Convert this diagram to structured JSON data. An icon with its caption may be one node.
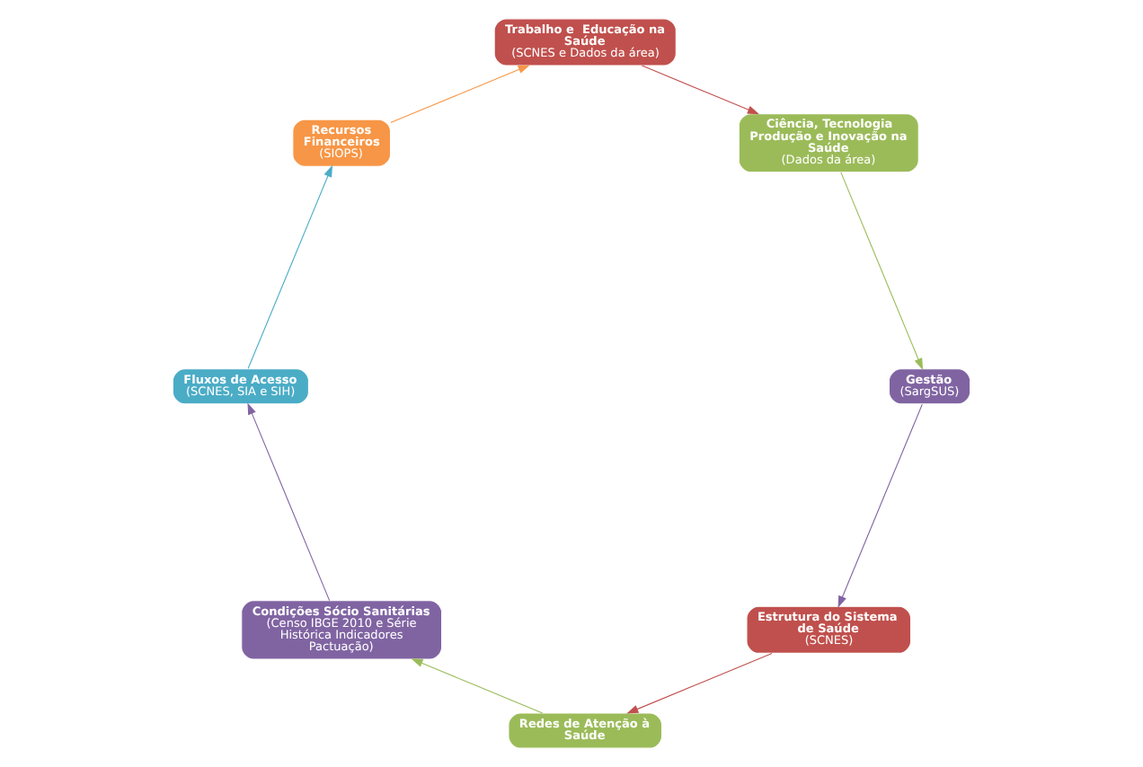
{
  "diagram": {
    "nodes": [
      {
        "text": [
          "Estrutura do Sistema de Saúde",
          "(SCNES)"
        ]
      },
      {
        "text": [
          "Gestão",
          "(SargSUS)"
        ]
      },
      {
        "text": [
          "Redes de Atenção à Saúde"
        ]
      },
      {
        "text": [
          "Ciência, Tecnologia Produção e Inovação na Saúde",
          "(Dados da área)"
        ]
      },
      {
        "text": [
          "Condições Sócio Sanitárias",
          "(Censo IBGE 2010 e Série Histórica Indicadores Pactuação)"
        ]
      },
      {
        "text": [
          "Trabalho e  Educação na Saúde",
          "(SCNES e Dados da área)"
        ]
      },
      {
        "text": [
          "Recursos Financeiros",
          "(SIOPS)"
        ]
      },
      {
        "text": [
          "Fluxos de Acesso",
          "(SCNES, SIA e SIH)"
        ]
      }
    ],
    "edges": [
      {
        "from": 1,
        "to": 0,
        "arrow": "to",
        "color": "#8064a2"
      },
      {
        "from": 0,
        "to": 2,
        "arrow": "to",
        "color": "#c0504d"
      },
      {
        "from": 2,
        "to": 4,
        "arrow": "to",
        "color": "#9bbb59"
      },
      {
        "from": 4,
        "to": 7,
        "arrow": "to",
        "color": "#8064a2"
      },
      {
        "from": 7,
        "to": 6,
        "arrow": "to",
        "color": "#4bacc6"
      },
      {
        "from": 6,
        "to": 5,
        "arrow": "to",
        "color": "#f79646"
      },
      {
        "from": 5,
        "to": 3,
        "arrow": "to",
        "color": "#c0504d"
      },
      {
        "from": 3,
        "to": 1,
        "arrow": "to",
        "color": "#9bbb59"
      }
    ]
  }
}
